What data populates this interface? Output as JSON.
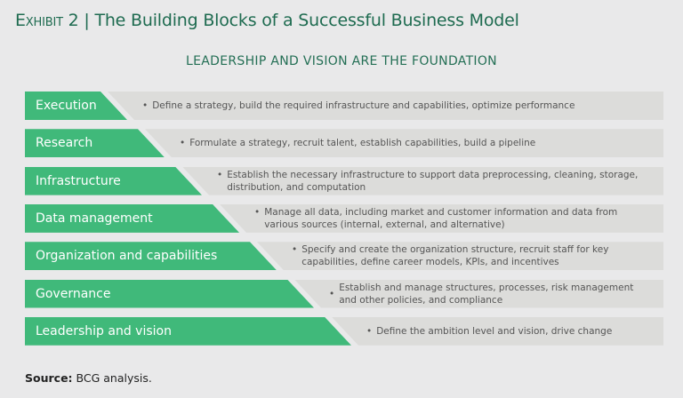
{
  "title": {
    "exhibit": "Exhibit 2",
    "separator": "|",
    "text": "The Building Blocks of a Successful Business Model"
  },
  "subtitle": "LEADERSHIP AND VISION ARE THE FOUNDATION",
  "colors": {
    "green": "#40b97a",
    "gray": "#dcdcda",
    "title": "#1e6b50"
  },
  "rows": [
    {
      "label": "Execution",
      "description": "Define a strategy, build the required infrastructure and capabilities, optimize performance"
    },
    {
      "label": "Research",
      "description": "Formulate a strategy, recruit talent, establish capabilities, build a pipeline"
    },
    {
      "label": "Infrastructure",
      "description": "Establish the necessary infrastructure to support data preprocessing, cleaning, storage, distribution, and computation"
    },
    {
      "label": "Data management",
      "description": "Manage all data, including market and customer information and  data from various sources (internal, external, and alternative)"
    },
    {
      "label": "Organization and capabilities",
      "description": "Specify and create the organization structure, recruit staff for key capabilities, define career models, KPIs, and incentives"
    },
    {
      "label": "Governance",
      "description": "Establish and manage structures, processes, risk management and other policies, and compliance"
    },
    {
      "label": "Leadership and vision",
      "description": "Define the ambition level and vision, drive change"
    }
  ],
  "source": {
    "label": "Source:",
    "text": "BCG analysis."
  }
}
